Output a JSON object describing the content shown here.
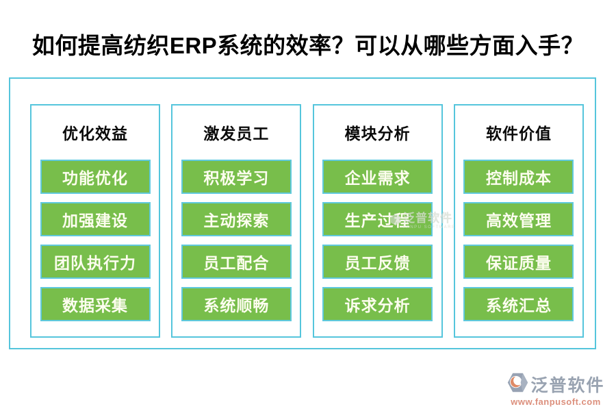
{
  "title": "如何提高纺织ERP系统的效率？可以从哪些方面入手？",
  "columns": [
    {
      "header": "优化效益",
      "items": [
        "功能优化",
        "加强建设",
        "团队执行力",
        "数据采集"
      ]
    },
    {
      "header": "激发员工",
      "items": [
        "积极学习",
        "主动探索",
        "员工配合",
        "系统顺畅"
      ]
    },
    {
      "header": "模块分析",
      "items": [
        "企业需求",
        "生产过程",
        "员工反馈",
        "诉求分析"
      ]
    },
    {
      "header": "软件价值",
      "items": [
        "控制成本",
        "高效管理",
        "保证质量",
        "系统汇总"
      ]
    }
  ],
  "watermark": {
    "text": "泛普软件",
    "subtext": "FANPU SOFTWARE"
  },
  "footer_logo": {
    "name": "泛普软件",
    "url": "www.fanpusoft.com"
  },
  "icons": {
    "footer_logo_icon": "fanpu-hexagon-crescent-logo",
    "watermark_icon": "fanpu-leaf-logo"
  },
  "colors": {
    "button_green": "#78be4b",
    "border_cyan": "#55c5dc",
    "button_text": "#fdfdef",
    "title_black": "#000000",
    "brand_grey_blue": "#99a3b1",
    "brand_salmon": "#dc8f7c",
    "background": "#ffffff"
  }
}
